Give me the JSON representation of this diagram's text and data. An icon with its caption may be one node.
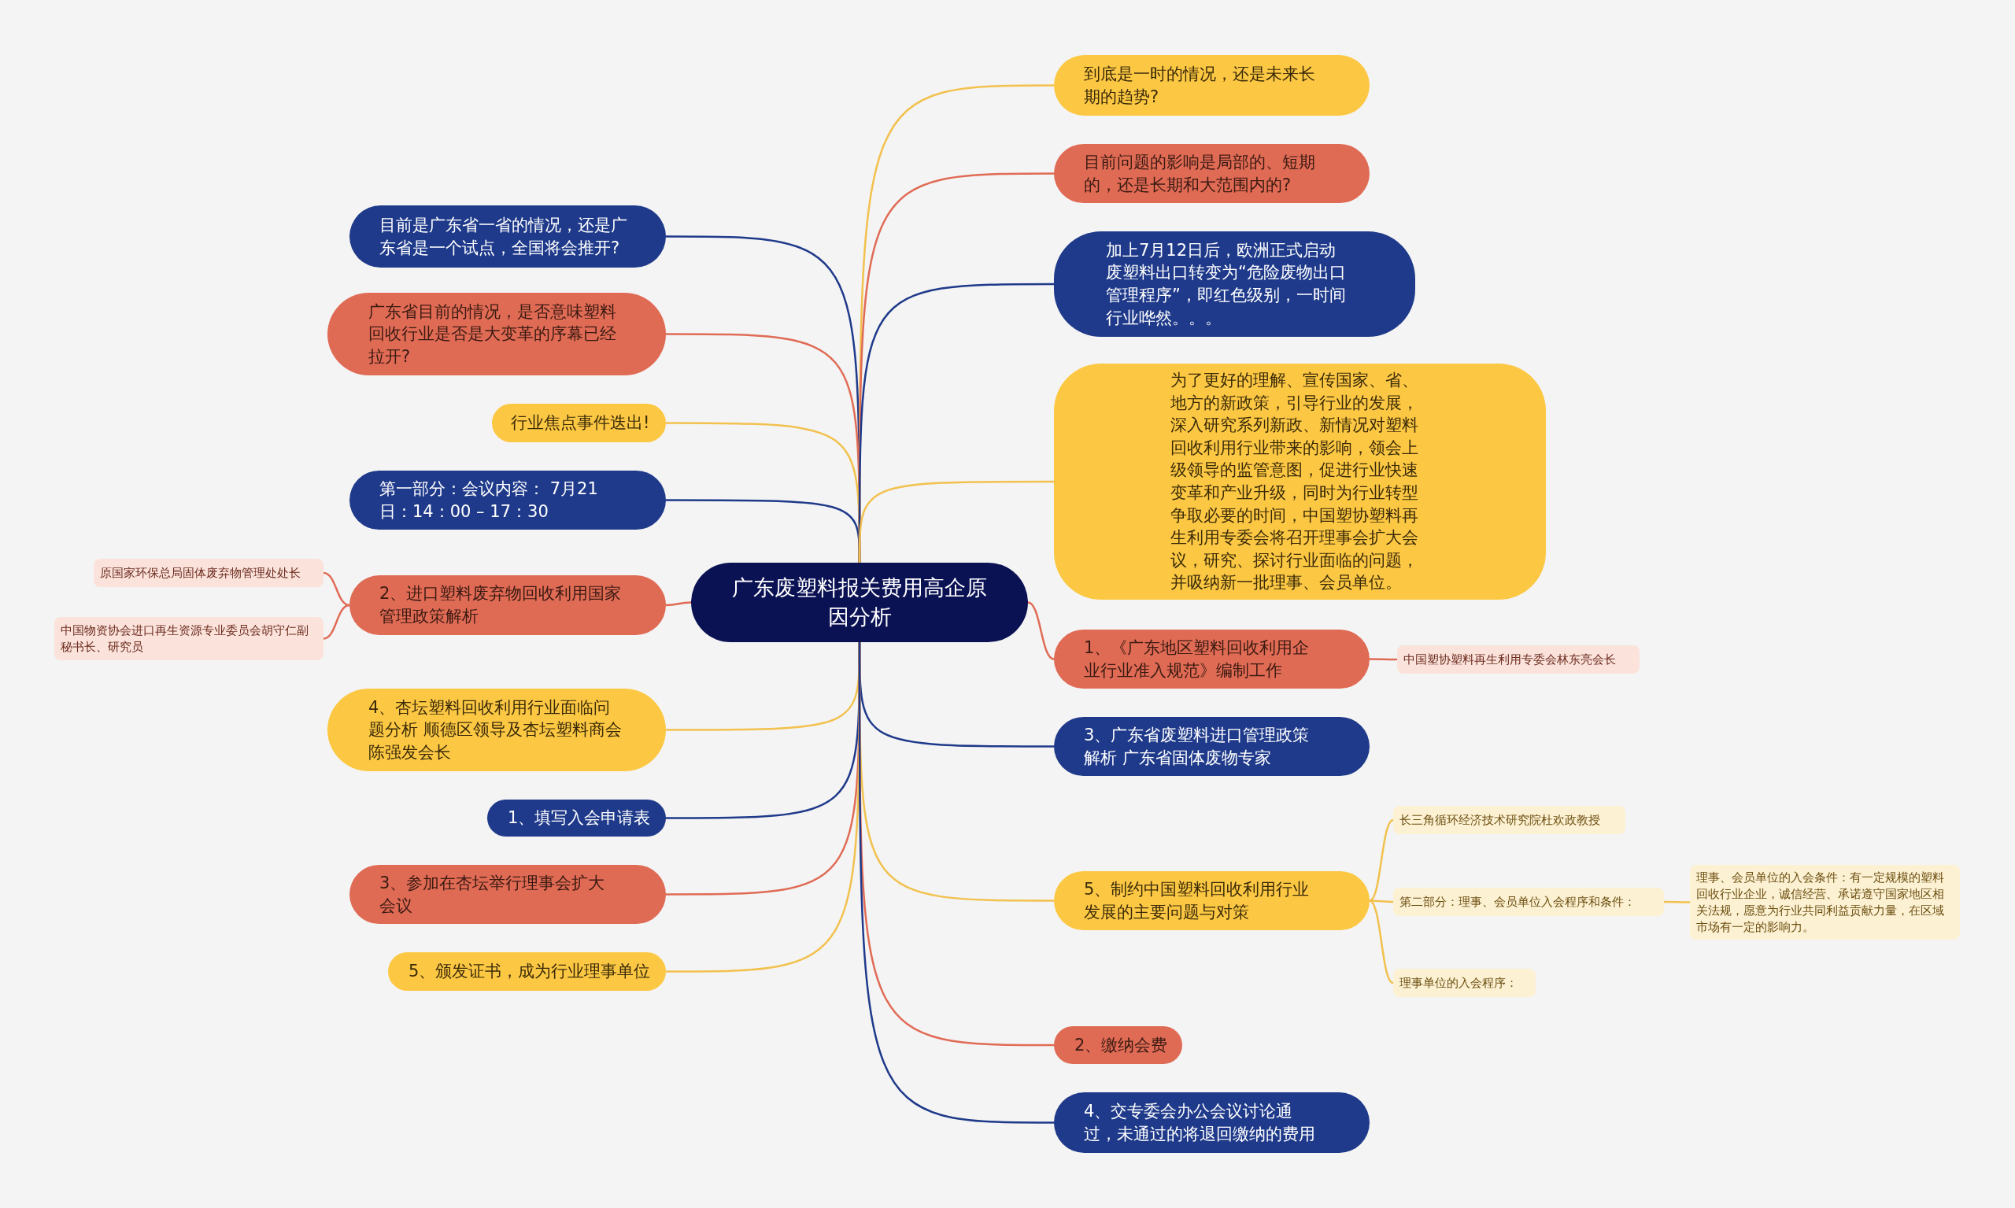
{
  "diagram": {
    "nodes": [
      {
        "text": [
          "广东废塑料报关费用高企原因分析"
        ]
      },
      {
        "text": [
          "目前是广东省一省的情况，还是广东省是一个试点，全国将会推开?"
        ]
      },
      {
        "text": [
          "广东省目前的情况，是否意味塑料回收行业是否是大变革的序幕已经拉开?"
        ]
      },
      {
        "text": [
          "行业焦点事件迭出!"
        ]
      },
      {
        "text": [
          "第一部分：会议内容： 7月21 日：14：00 – 17：30"
        ]
      },
      {
        "text": [
          "2、进口塑料废弃物回收利用国家管理政策解析"
        ]
      },
      {
        "text": [
          "原国家环保总局固体废弃物管理处处长"
        ]
      },
      {
        "text": [
          "中国物资协会进口再生资源专业委员会胡守仁副秘书长、研究员"
        ]
      },
      {
        "text": [
          "4、杏坛塑料回收利用行业面临问题分析 顺德区领导及杏坛塑料商会陈强发会长"
        ]
      },
      {
        "text": [
          "1、填写入会申请表"
        ]
      },
      {
        "text": [
          "3、参加在杏坛举行理事会扩大会议"
        ]
      },
      {
        "text": [
          "5、颁发证书，成为行业理事单位"
        ]
      },
      {
        "text": [
          "到底是一时的情况，还是未来长期的趋势?"
        ]
      },
      {
        "text": [
          "目前问题的影响是局部的、短期的，还是长期和大范围内的?"
        ]
      },
      {
        "text": [
          "加上7月12日后，欧洲正式启动废塑料出口转变为“危险废物出口管理程序”，即红色级别，一时间行业哗然。。。"
        ]
      },
      {
        "text": [
          "为了更好的理解、宣传国家、省、地方的新政策，引导行业的发展，深入研究系列新政、新情况对塑料回收利用行业带来的影响，领会上级领导的监管意图，促进行业快速变革和产业升级，同时为行业转型争取必要的时间，中国塑协塑料再生利用专委会将召开理事会扩大会议，研究、探讨行业面临的问题，并吸纳新一批理事、会员单位。"
        ]
      },
      {
        "text": [
          "1、《广东地区塑料回收利用企业行业准入规范》编制工作"
        ]
      },
      {
        "text": [
          "中国塑协塑料再生利用专委会林东亮会长"
        ]
      },
      {
        "text": [
          "3、广东省废塑料进口管理政策解析 广东省固体废物专家"
        ]
      },
      {
        "text": [
          "5、制约中国塑料回收利用行业发展的主要问题与对策"
        ]
      },
      {
        "text": [
          "长三角循环经济技术研究院杜欢政教授"
        ]
      },
      {
        "text": [
          "第二部分：理事、会员单位入会程序和条件："
        ]
      },
      {
        "text": [
          "理事、会员单位的入会条件：有一定规模的塑料回收行业企业，诚信经营、承诺遵守国家地区相关法规，愿意为行业共同利益贡献力量，在区域市场有一定的影响力。"
        ]
      },
      {
        "text": [
          "理事单位的入会程序："
        ]
      },
      {
        "text": [
          "2、缴纳会费"
        ]
      },
      {
        "text": [
          "4、交专委会办公会议讨论通过，未通过的将退回缴纳的费用"
        ]
      }
    ],
    "edges": [
      {
        "from": 0,
        "to": 1,
        "arrow": "none",
        "color": "#1f3a8a"
      },
      {
        "from": 0,
        "to": 2,
        "arrow": "none",
        "color": "#e06b55"
      },
      {
        "from": 0,
        "to": 3,
        "arrow": "none"
      },
      {
        "from": 0,
        "to": 4,
        "arrow": "none",
        "color": "#1f3a8a"
      },
      {
        "from": 0,
        "to": 5,
        "arrow": "none",
        "color": "#e06b55"
      },
      {
        "from": 5,
        "to": 6,
        "arrow": "none",
        "color": "#e06b55"
      },
      {
        "from": 5,
        "to": 7,
        "arrow": "none",
        "color": "#e06b55"
      },
      {
        "from": 0,
        "to": 8,
        "arrow": "none"
      },
      {
        "from": 0,
        "to": 9,
        "arrow": "none",
        "color": "#1f3a8a"
      },
      {
        "from": 0,
        "to": 10,
        "arrow": "none",
        "color": "#e06b55"
      },
      {
        "from": 0,
        "to": 11,
        "arrow": "none"
      },
      {
        "from": 0,
        "to": 12,
        "arrow": "none"
      },
      {
        "from": 0,
        "to": 13,
        "arrow": "none",
        "color": "#e06b55"
      },
      {
        "from": 0,
        "to": 14,
        "arrow": "none",
        "color": "#1f3a8a"
      },
      {
        "from": 0,
        "to": 15,
        "arrow": "none"
      },
      {
        "from": 0,
        "to": 16,
        "arrow": "none",
        "color": "#e06b55"
      },
      {
        "from": 16,
        "to": 17,
        "arrow": "none",
        "color": "#e06b55"
      },
      {
        "from": 0,
        "to": 18,
        "arrow": "none",
        "color": "#1f3a8a"
      },
      {
        "from": 0,
        "to": 19,
        "arrow": "none"
      },
      {
        "from": 19,
        "to": 20,
        "arrow": "none"
      },
      {
        "from": 19,
        "to": 21,
        "arrow": "none"
      },
      {
        "from": 21,
        "to": 22,
        "arrow": "none"
      },
      {
        "from": 19,
        "to": 23,
        "arrow": "none"
      },
      {
        "from": 0,
        "to": 24,
        "arrow": "none",
        "color": "#e06b55"
      },
      {
        "from": 0,
        "to": 25,
        "arrow": "none",
        "color": "#1f3a8a"
      }
    ]
  }
}
